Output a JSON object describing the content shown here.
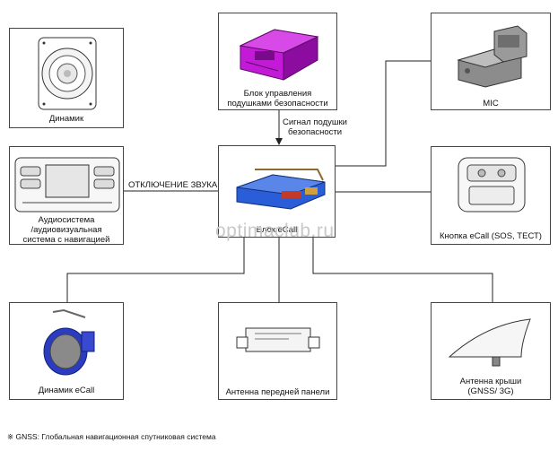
{
  "components": {
    "speaker": "Динамик",
    "airbag_l1": "Блок управления",
    "airbag_l2": "подушками безопасности",
    "mic": "MIC",
    "audio_l1": "Аудиосистема",
    "audio_l2": "/аудиовизуальная",
    "audio_l3": "система с навигацией",
    "ecall_unit": "Блок eCall",
    "ecall_button": "Кнопка eCall (SOS, ТЕСТ)",
    "ecall_speaker": "Динамик eCall",
    "front_antenna": "Антенна передней панели",
    "roof_l1": "Антенна крыши",
    "roof_l2": "(GNSS/ 3G)"
  },
  "signals": {
    "airbag_l1": "Сигнал подушки",
    "airbag_l2": "безопасности",
    "mute": "ОТКЛЮЧЕНИЕ ЗВУКА"
  },
  "watermark": "optimaclub.ru",
  "footnote": "※ GNSS: Глобальная навигационная спутниковая система",
  "colors": {
    "airbag_unit": "#b010c8",
    "ecall_unit": "#2050d0",
    "ecall_speaker": "#2838b8"
  }
}
